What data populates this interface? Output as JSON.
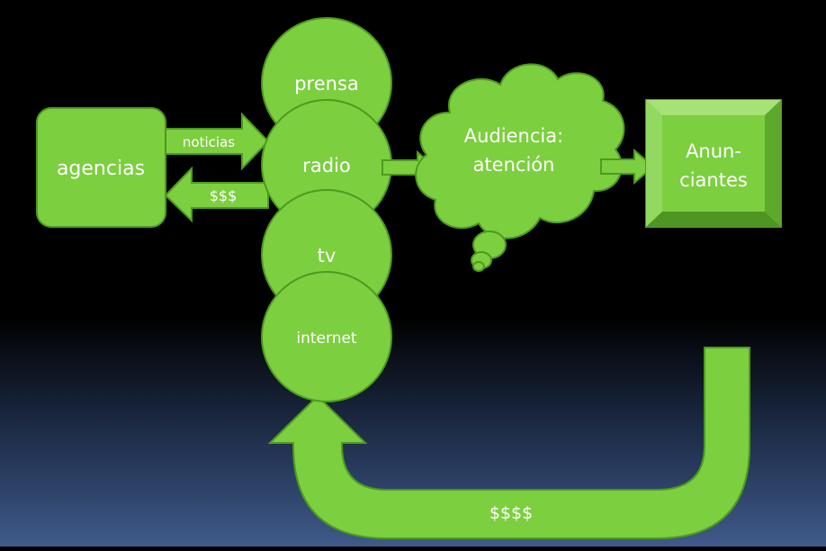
{
  "nodes": {
    "agencias": "agencias",
    "prensa": "prensa",
    "radio": "radio",
    "tv": "tv",
    "internet": "internet",
    "audiencia_line1": "Audiencia:",
    "audiencia_line2": "atención",
    "anunciantes_line1": "Anun-",
    "anunciantes_line2": "ciantes"
  },
  "arrows": {
    "noticias": "noticias",
    "payment_agencias": "$$$",
    "payment_media": "$$$$"
  },
  "colors": {
    "fill": "#7ccf3f",
    "stroke": "#4e9a1f"
  }
}
